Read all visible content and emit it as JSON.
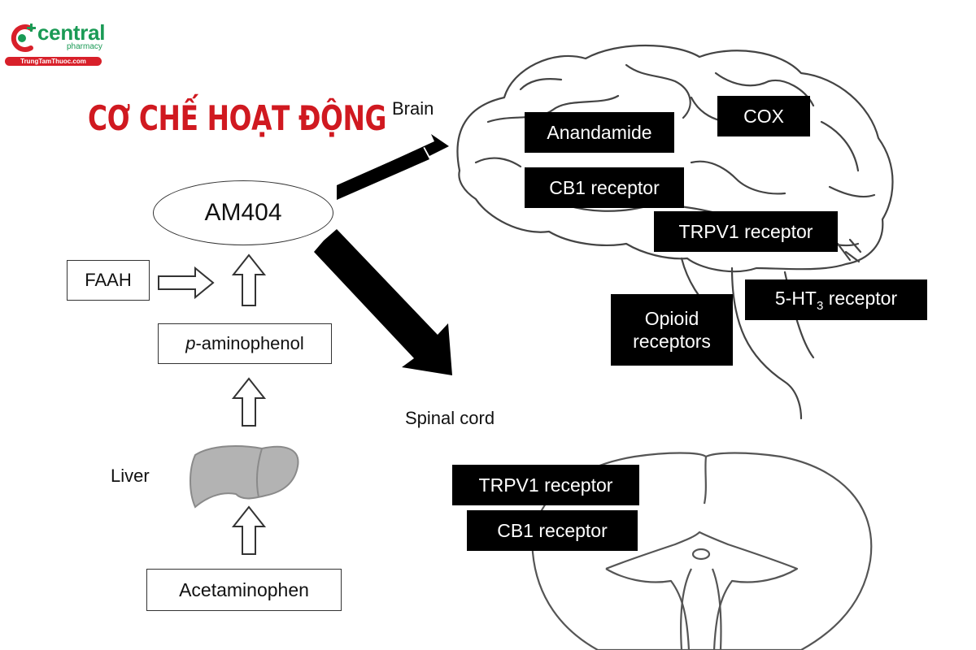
{
  "logo": {
    "name": "central",
    "sub": "pharmacy",
    "tagline": "TrungTamThuoc.com",
    "colors": {
      "green": "#1a9a55",
      "red": "#d8202a"
    }
  },
  "heading": {
    "text": "CƠ CHẾ HOẠT ĐỘNG",
    "color": "#d01920"
  },
  "pathway": {
    "am404": "AM404",
    "faah": "FAAH",
    "p_prefix": "p",
    "p_rest": "-aminophenol",
    "liver": "Liver",
    "acetaminophen": "Acetaminophen"
  },
  "brain": {
    "label": "Brain",
    "targets": {
      "anandamide": "Anandamide",
      "cox": "COX",
      "cb1": "CB1 receptor",
      "trpv1": "TRPV1 receptor",
      "ht3_pre": "5-HT",
      "ht3_sub": "3",
      "ht3_post": " receptor",
      "opioid_line1": "Opioid",
      "opioid_line2": "receptors"
    }
  },
  "spinal_cord": {
    "label": "Spinal cord",
    "targets": {
      "trpv1": "TRPV1 receptor",
      "cb1": "CB1 receptor"
    }
  }
}
